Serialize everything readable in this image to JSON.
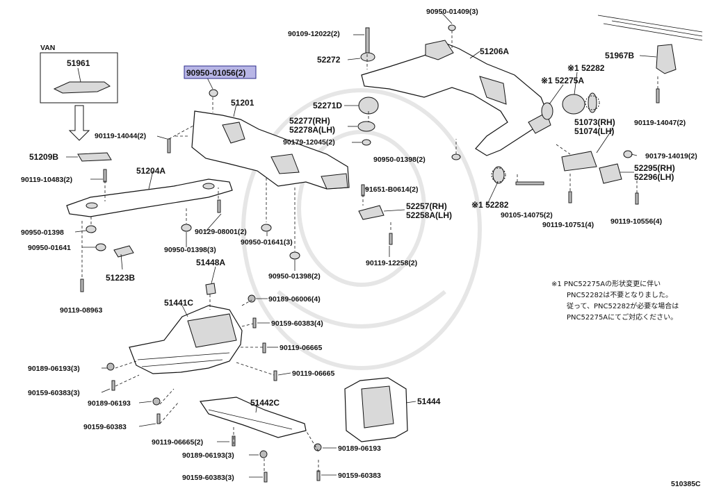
{
  "diagram": {
    "inset_label": "VAN",
    "highlighted_part": "90950-01056(2)",
    "figure_id": "510385C",
    "note_lines": [
      "※1 PNC52275Aの形状変更に伴い",
      "PNC52282は不要となりました。",
      "従って、PNC52282が必要な場合は",
      "PNC52275Aにてご対応ください。"
    ],
    "parts": {
      "p90950_01409": "90950-01409(3)",
      "p90109_12022": "90109-12022(2)",
      "p52272": "52272",
      "p51206A": "51206A",
      "p51967B": "51967B",
      "p52282_top": "※1 52282",
      "p52275A": "※1 52275A",
      "p51961": "51961",
      "p90950_01056": "90950-01056(2)",
      "p51201": "51201",
      "p52271D": "52271D",
      "p52277": "52277(RH)",
      "p52278A": "52278A(LH)",
      "p90179_12045": "90179-12045(2)",
      "p51073": "51073(RH)",
      "p51074": "51074(LH)",
      "p90119_14047": "90119-14047(2)",
      "p90119_14044": "90119-14044(2)",
      "p51209B": "51209B",
      "p90950_01398_a": "90950-01398(2)",
      "p90179_14019": "90179-14019(2)",
      "p51204A": "51204A",
      "p90119_10483": "90119-10483(2)",
      "p91651_B0614": "91651-B0614(2)",
      "p52295": "52295(RH)",
      "p52296": "52296(LH)",
      "p52257": "52257(RH)",
      "p52258A": "52258A(LH)",
      "p52282_bot": "※1 52282",
      "p90950_01398_b": "90950-01398",
      "p90129_08001": "90129-08001(2)",
      "p90105_14075": "90105-14075(2)",
      "p90119_10751": "90119-10751(4)",
      "p90119_10556": "90119-10556(4)",
      "p90950_01641_a": "90950-01641",
      "p90950_01398_c": "90950-01398(3)",
      "p90950_01641_b": "90950-01641(3)",
      "p90119_12258": "90119-12258(2)",
      "p51223B": "51223B",
      "p51448A": "51448A",
      "p90950_01398_d": "90950-01398(2)",
      "p90119_08963": "90119-08963",
      "p51441C": "51441C",
      "p90189_06006": "90189-06006(4)",
      "p90159_60383_a": "90159-60383(4)",
      "p90119_06665_a": "90119-06665",
      "p90189_06193_a": "90189-06193(3)",
      "p90119_06665_b": "90119-06665",
      "p90159_60383_b": "90159-60383(3)",
      "p51444": "51444",
      "p90189_06193_b": "90189-06193",
      "p51442C": "51442C",
      "p90159_60383_c": "90159-60383",
      "p90119_06665_c": "90119-06665(2)",
      "p90189_06193_c": "90189-06193(3)",
      "p90189_06193_d": "90189-06193",
      "p90159_60383_d": "90159-60383(3)",
      "p90159_60383_e": "90159-60383"
    }
  }
}
